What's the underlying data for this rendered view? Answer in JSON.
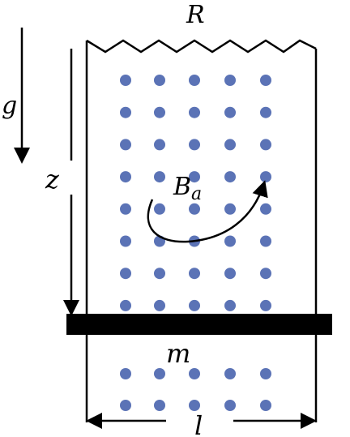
{
  "labels": {
    "resistor": "R",
    "gravity": "g",
    "height": "z",
    "field_main": "B",
    "field_sub": "a",
    "mass": "m",
    "length": "l"
  },
  "field_dots": {
    "columns": 5,
    "rows_above_rod": 8,
    "rows_below_rod": 2,
    "color": "#5b73b6"
  },
  "colors": {
    "line": "#000000",
    "rod": "#000000"
  }
}
